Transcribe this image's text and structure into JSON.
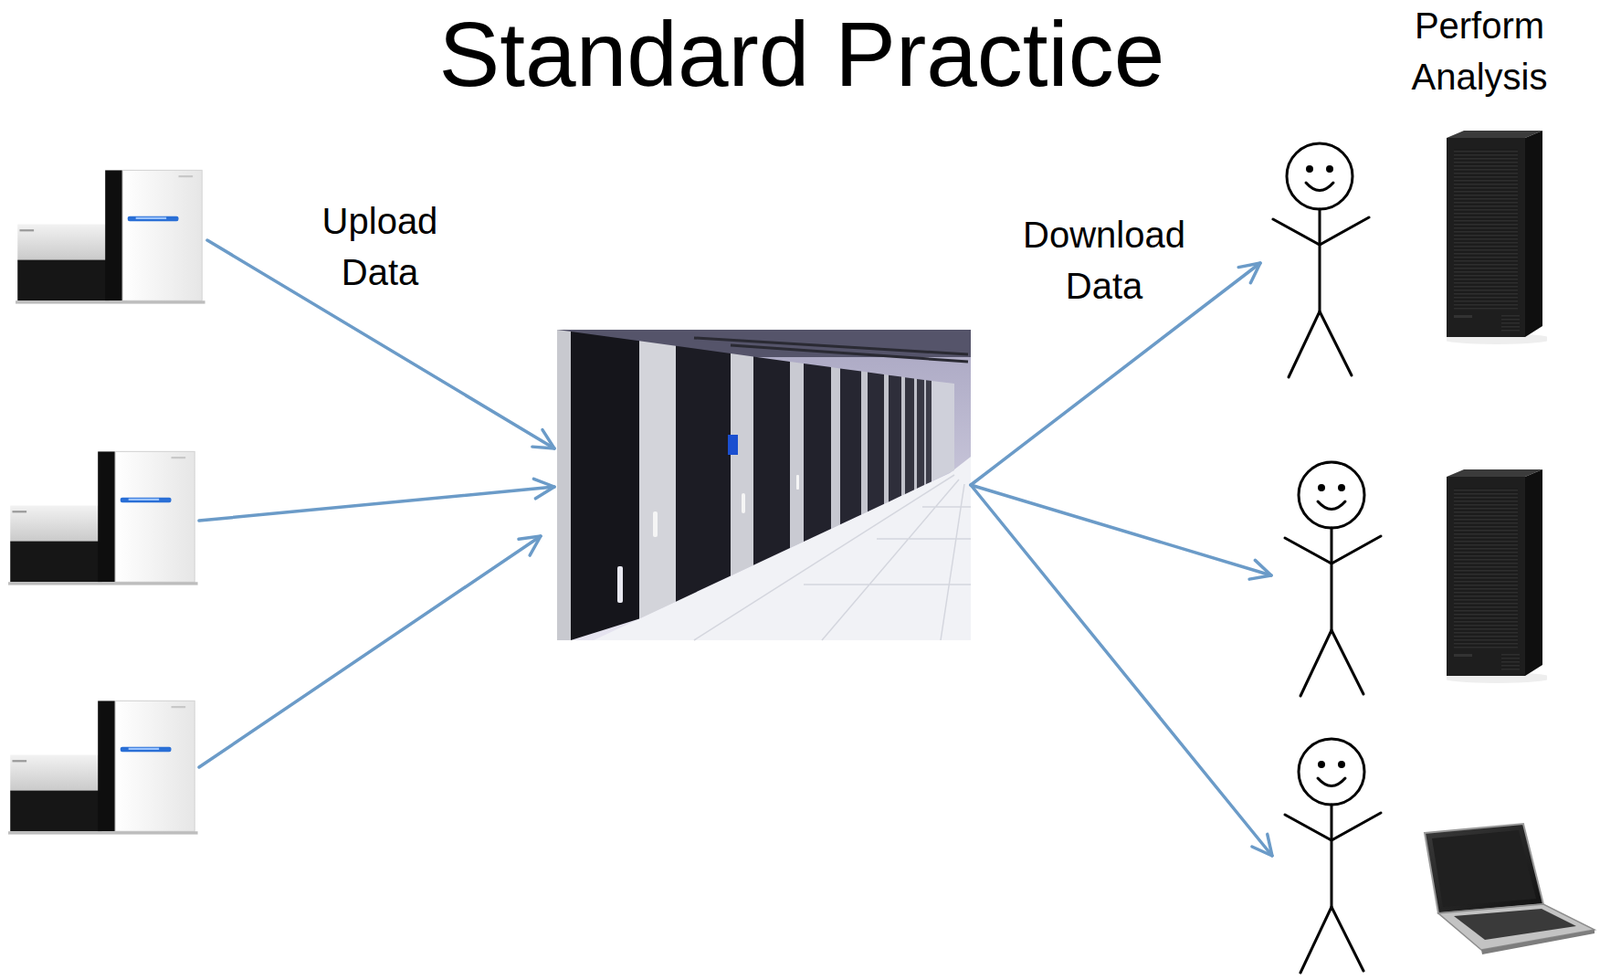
{
  "diagram": {
    "title": "Standard Practice",
    "labels": [
      "Upload Data",
      "Download Data",
      "Perform Analysis"
    ]
  }
}
